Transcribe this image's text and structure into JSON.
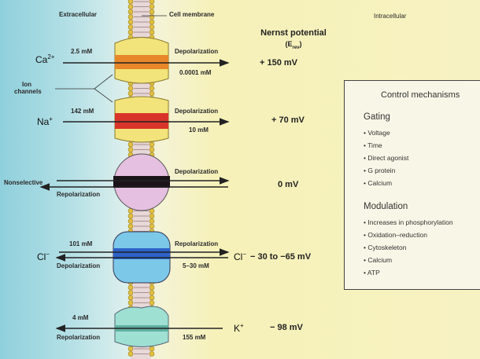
{
  "labels": {
    "extracellular": "Extracellular",
    "cell_membrane": "Cell membrane",
    "intracellular": "Intracellular",
    "ion_channels_line1": "Ion",
    "ion_channels_line2": "channels",
    "nernst_title": "Nernst potential",
    "nernst_sub": "(E",
    "nernst_sub_index": "rev",
    "nernst_close": ")"
  },
  "channels": [
    {
      "ion": "Ca",
      "charge": "2+",
      "out_conc": "2.5 mM",
      "in_conc": "0.0001 mM",
      "in_label": "Depolarization",
      "nernst": "+ 150 mV",
      "color": "#e8862a"
    },
    {
      "ion": "Na",
      "charge": "+",
      "out_conc": "142 mM",
      "in_conc": "10 mM",
      "in_label": "Depolarization",
      "nernst": "+ 70 mV",
      "color": "#d8342a"
    },
    {
      "ion": "Nonselective",
      "in_label": "Depolarization",
      "out_label": "Repolarization",
      "nernst": "0 mV",
      "color": "#e6c0e0"
    },
    {
      "ion": "Cl",
      "charge": "−",
      "out_conc": "101 mM",
      "out_label": "Depolarization",
      "in_label": "Repolarization",
      "in_conc": "5–30 mM",
      "in_ion": "Cl",
      "nernst": "− 30 to −65 mV",
      "color": "#3f8fd8"
    },
    {
      "ion": "K",
      "charge": "+",
      "out_conc": "4 mM",
      "out_label": "Repolarization",
      "in_conc": "155 mM",
      "nernst": "− 98 mV",
      "color": "#8fd8cc"
    }
  ],
  "control": {
    "title": "Control mechanisms",
    "gating_heading": "Gating",
    "gating": [
      "• Voltage",
      "• Time",
      "• Direct agonist",
      "• G protein",
      "• Calcium"
    ],
    "modulation_heading": "Modulation",
    "modulation": [
      "• Increases in phosphorylation",
      "• Oxidation–reduction",
      "• Cytoskeleton",
      "• Calcium",
      "• ATP"
    ]
  }
}
